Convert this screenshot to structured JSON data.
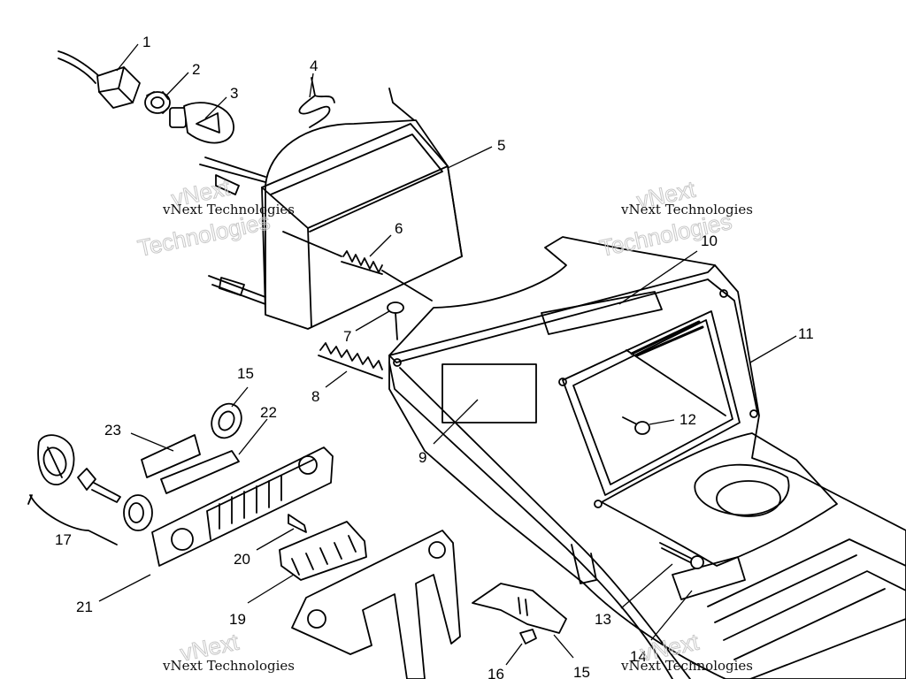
{
  "callouts": [
    "1",
    "2",
    "3",
    "4",
    "5",
    "6",
    "7",
    "8",
    "9",
    "10",
    "11",
    "12",
    "13",
    "14",
    "15",
    "15",
    "16",
    "17",
    "19",
    "20",
    "21",
    "22",
    "23"
  ],
  "watermark": {
    "company": "vNext Technologies",
    "outline_word_1": "vNext",
    "outline_word_2": "Technologies"
  }
}
